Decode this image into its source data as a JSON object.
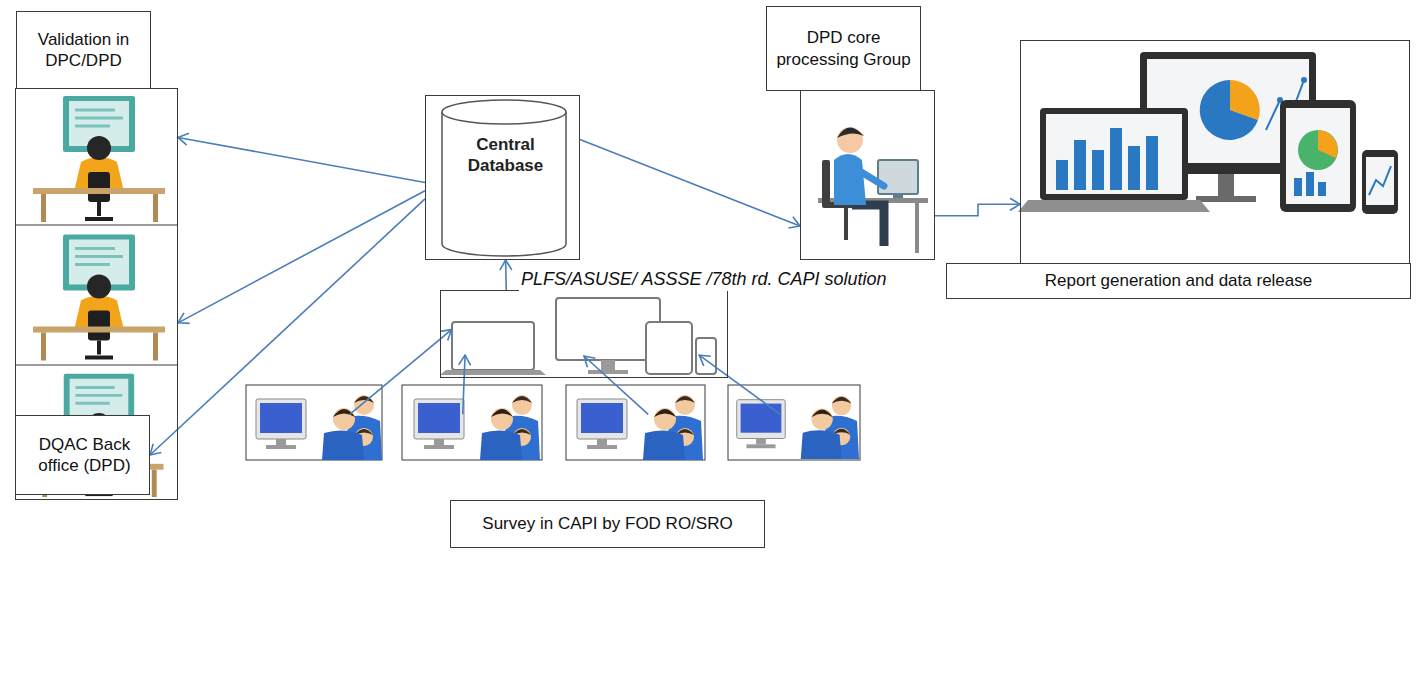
{
  "diagram": {
    "nodes": [
      {
        "text": [
          "Validation in DPC/DPD"
        ]
      },
      {
        "text": [
          "DQAC Back office (DPD)"
        ],
        "in": 0
      },
      {
        "text": [
          "Central Database"
        ]
      },
      {
        "text": [
          "DPD core processing Group"
        ]
      },
      {
        "text": [
          "Report generation and data release"
        ]
      },
      {
        "text": [
          "PLFS/ASUSE/ ASSSE /78th rd. CAPI solution"
        ]
      },
      {
        "text": [
          "Survey in CAPI by FOD RO/SRO"
        ]
      }
    ],
    "edges": [
      {
        "from": 2,
        "to": 0,
        "arrow": "to"
      },
      {
        "from": 2,
        "to": 0,
        "arrow": "to"
      },
      {
        "from": 2,
        "to": 1,
        "arrow": "to"
      },
      {
        "from": 2,
        "to": 3,
        "arrow": "to"
      },
      {
        "from": 3,
        "to": 4,
        "arrow": "to"
      },
      {
        "from": 5,
        "to": 2,
        "arrow": "to"
      },
      {
        "from": 6,
        "to": 5,
        "arrow": "to"
      },
      {
        "from": 6,
        "to": 5,
        "arrow": "to"
      },
      {
        "from": 6,
        "to": 5,
        "arrow": "to"
      },
      {
        "from": 6,
        "to": 5,
        "arrow": "to"
      }
    ]
  }
}
